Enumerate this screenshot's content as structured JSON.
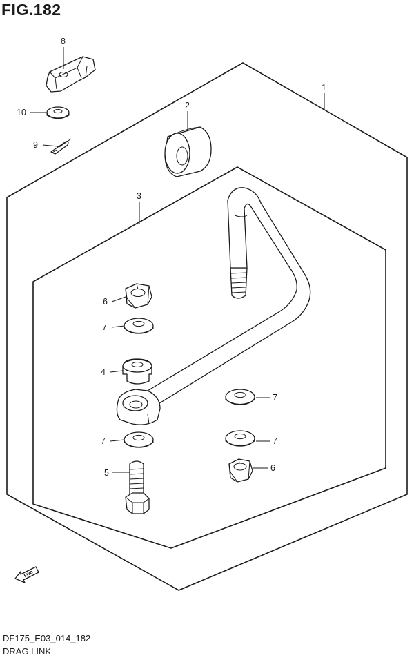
{
  "figure": {
    "title": "FIG.182",
    "model_code": "DF175_E03_014_182",
    "name": "DRAG LINK"
  },
  "callouts": {
    "c1": "1",
    "c2": "2",
    "c3": "3",
    "c4": "4",
    "c5": "5",
    "c6a": "6",
    "c6b": "6",
    "c7a": "7",
    "c7b": "7",
    "c7c": "7",
    "c7d": "7",
    "c8": "8",
    "c9": "9",
    "c10": "10"
  },
  "fwd_label": "FWD"
}
